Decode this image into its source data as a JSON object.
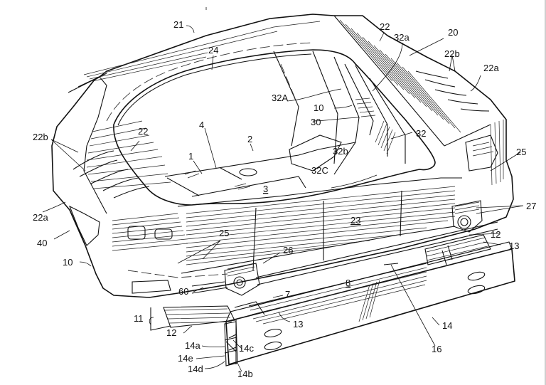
{
  "figure": {
    "type": "patent-drawing",
    "subject": "vehicle rear body structure, perspective view",
    "line_color": "#111111",
    "background": "#ffffff"
  },
  "labels": [
    {
      "id": "lbl-21",
      "text": "21"
    },
    {
      "id": "lbl-24",
      "text": "24"
    },
    {
      "id": "lbl-22-top",
      "text": "22"
    },
    {
      "id": "lbl-32a",
      "text": "32a"
    },
    {
      "id": "lbl-20",
      "text": "20"
    },
    {
      "id": "lbl-22b-right",
      "text": "22b"
    },
    {
      "id": "lbl-22a-right",
      "text": "22a"
    },
    {
      "id": "lbl-32A",
      "text": "32A"
    },
    {
      "id": "lbl-10-inner",
      "text": "10"
    },
    {
      "id": "lbl-30",
      "text": "30"
    },
    {
      "id": "lbl-32",
      "text": "32"
    },
    {
      "id": "lbl-22b-left",
      "text": "22b"
    },
    {
      "id": "lbl-22-left",
      "text": "22"
    },
    {
      "id": "lbl-4",
      "text": "4"
    },
    {
      "id": "lbl-2",
      "text": "2"
    },
    {
      "id": "lbl-1",
      "text": "1"
    },
    {
      "id": "lbl-3",
      "text": "3"
    },
    {
      "id": "lbl-32b",
      "text": "32b"
    },
    {
      "id": "lbl-32C",
      "text": "32C"
    },
    {
      "id": "lbl-25-right",
      "text": "25"
    },
    {
      "id": "lbl-22a-left",
      "text": "22a"
    },
    {
      "id": "lbl-40",
      "text": "40"
    },
    {
      "id": "lbl-25-left",
      "text": "25"
    },
    {
      "id": "lbl-23",
      "text": "23"
    },
    {
      "id": "lbl-27",
      "text": "27"
    },
    {
      "id": "lbl-10-outer",
      "text": "10"
    },
    {
      "id": "lbl-26",
      "text": "26"
    },
    {
      "id": "lbl-12-right",
      "text": "12"
    },
    {
      "id": "lbl-13-right",
      "text": "13"
    },
    {
      "id": "lbl-60",
      "text": "60"
    },
    {
      "id": "lbl-8",
      "text": "8"
    },
    {
      "id": "lbl-7",
      "text": "7"
    },
    {
      "id": "lbl-11",
      "text": "11"
    },
    {
      "id": "lbl-13-left",
      "text": "13"
    },
    {
      "id": "lbl-14",
      "text": "14"
    },
    {
      "id": "lbl-12-left",
      "text": "12"
    },
    {
      "id": "lbl-16",
      "text": "16"
    },
    {
      "id": "lbl-14a",
      "text": "14a"
    },
    {
      "id": "lbl-14c",
      "text": "14c"
    },
    {
      "id": "lbl-14e",
      "text": "14e"
    },
    {
      "id": "lbl-14d",
      "text": "14d"
    },
    {
      "id": "lbl-14b",
      "text": "14b"
    }
  ]
}
